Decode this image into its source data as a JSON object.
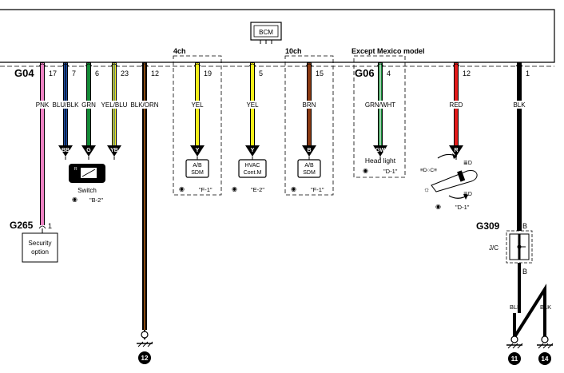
{
  "bcm": {
    "label": "BCM"
  },
  "connectors": {
    "g04": "G04",
    "g06": "G06",
    "g265": "G265",
    "g309": "G309"
  },
  "groups": {
    "four_ch": "4ch",
    "ten_ch": "10ch",
    "except_mexico": "Except Mexico model"
  },
  "wires": [
    {
      "id": "pnk",
      "pin": "17",
      "color_code": "PNK",
      "stripe": "#ee82c4",
      "tracer": null
    },
    {
      "id": "blublk",
      "pin": "7",
      "color_code": "BLU/BLK",
      "stripe": "#1f4fa8",
      "tracer": "#000000"
    },
    {
      "id": "grn",
      "pin": "6",
      "color_code": "GRN",
      "stripe": "#138a36",
      "tracer": null
    },
    {
      "id": "yelblu",
      "pin": "23",
      "color_code": "YEL/BLU",
      "stripe": "#f3ee1a",
      "tracer": "#1f4fa8"
    },
    {
      "id": "blkorn",
      "pin": "12",
      "color_code": "BLK/ORN",
      "stripe": "#000000",
      "tracer": "#e07a1c"
    },
    {
      "id": "yel1",
      "pin": "19",
      "color_code": "YEL",
      "stripe": "#f3ee1a",
      "tracer": null
    },
    {
      "id": "yel2",
      "pin": "5",
      "color_code": "YEL",
      "stripe": "#f3ee1a",
      "tracer": null
    },
    {
      "id": "brn",
      "pin": "15",
      "color_code": "BRN",
      "stripe": "#8b3a12",
      "tracer": null
    },
    {
      "id": "grnwht",
      "pin": "4",
      "color_code": "GRN/WHT",
      "stripe": "#138a36",
      "tracer": "#ffffff"
    },
    {
      "id": "red",
      "pin": "12",
      "color_code": "RED",
      "stripe": "#e41a1a",
      "tracer": null
    },
    {
      "id": "blk",
      "pin": "1",
      "color_code": "BLK",
      "stripe": "#000000",
      "tracer": null
    }
  ],
  "arrows": {
    "bb": "BB",
    "g": "G",
    "yb": "YB",
    "y1": "Y",
    "y2": "Y",
    "b": "B",
    "gw": "GW",
    "r": "R"
  },
  "components": {
    "switch": "Switch",
    "switch_ref": "\"B-2\"",
    "ab_sdm_1": [
      "A/B",
      "SDM"
    ],
    "ab_sdm_1_ref": "\"F-1\"",
    "hvac": [
      "HVAC",
      "Cont.M"
    ],
    "hvac_ref": "\"E-2\"",
    "ab_sdm_2": [
      "A/B",
      "SDM"
    ],
    "ab_sdm_2_ref": "\"F-1\"",
    "head_light": "Head light",
    "head_light_ref": "\"D-1\"",
    "combo_switch_ref": "\"D-1\"",
    "security_option": [
      "Security",
      "option"
    ],
    "security_pin": "1",
    "jc": "J/C",
    "jc_top_pin": "B",
    "jc_bottom_pin": "B",
    "ground_blk_left": "BLK",
    "ground_blk_right": "BLK"
  },
  "grounds": {
    "g12": "12",
    "g11": "11",
    "g14": "14"
  }
}
